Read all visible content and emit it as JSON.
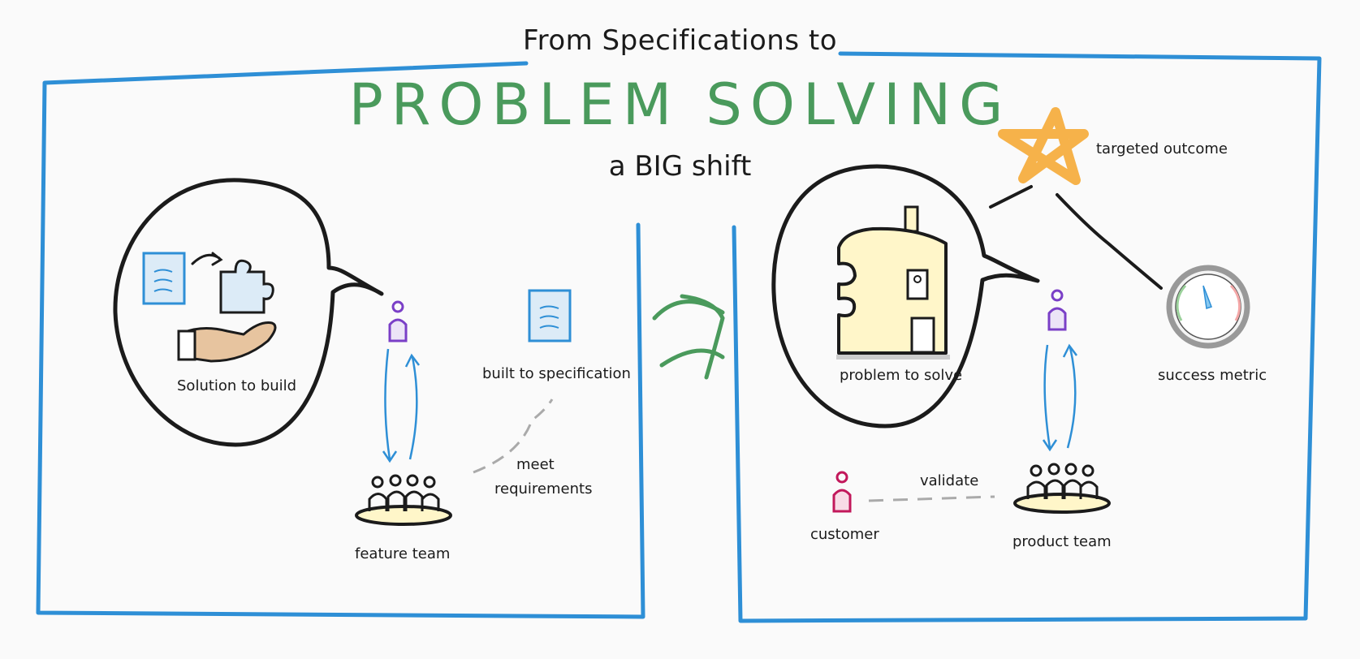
{
  "header": {
    "title_top": "From Specifications to",
    "title_main": "PROBLEM SOLVING",
    "subtitle": "a BIG shift"
  },
  "left_panel": {
    "bubble_label": "Solution to build",
    "team_label": "feature team",
    "spec_label": "built to specification",
    "requirements_label_1": "meet",
    "requirements_label_2": "requirements"
  },
  "right_panel": {
    "bubble_label": "problem to solve",
    "team_label": "product team",
    "customer_label": "customer",
    "validate_label": "validate",
    "outcome_label": "targeted outcome",
    "metric_label": "success metric"
  },
  "colors": {
    "frame": "#2e8fd6",
    "accent_green": "#4a9a5c",
    "person_purple": "#7a3fc7",
    "person_pink": "#c2185b",
    "star_orange": "#f6b24a",
    "ink": "#1b1b1b",
    "dash_gray": "#aaaaaa"
  }
}
